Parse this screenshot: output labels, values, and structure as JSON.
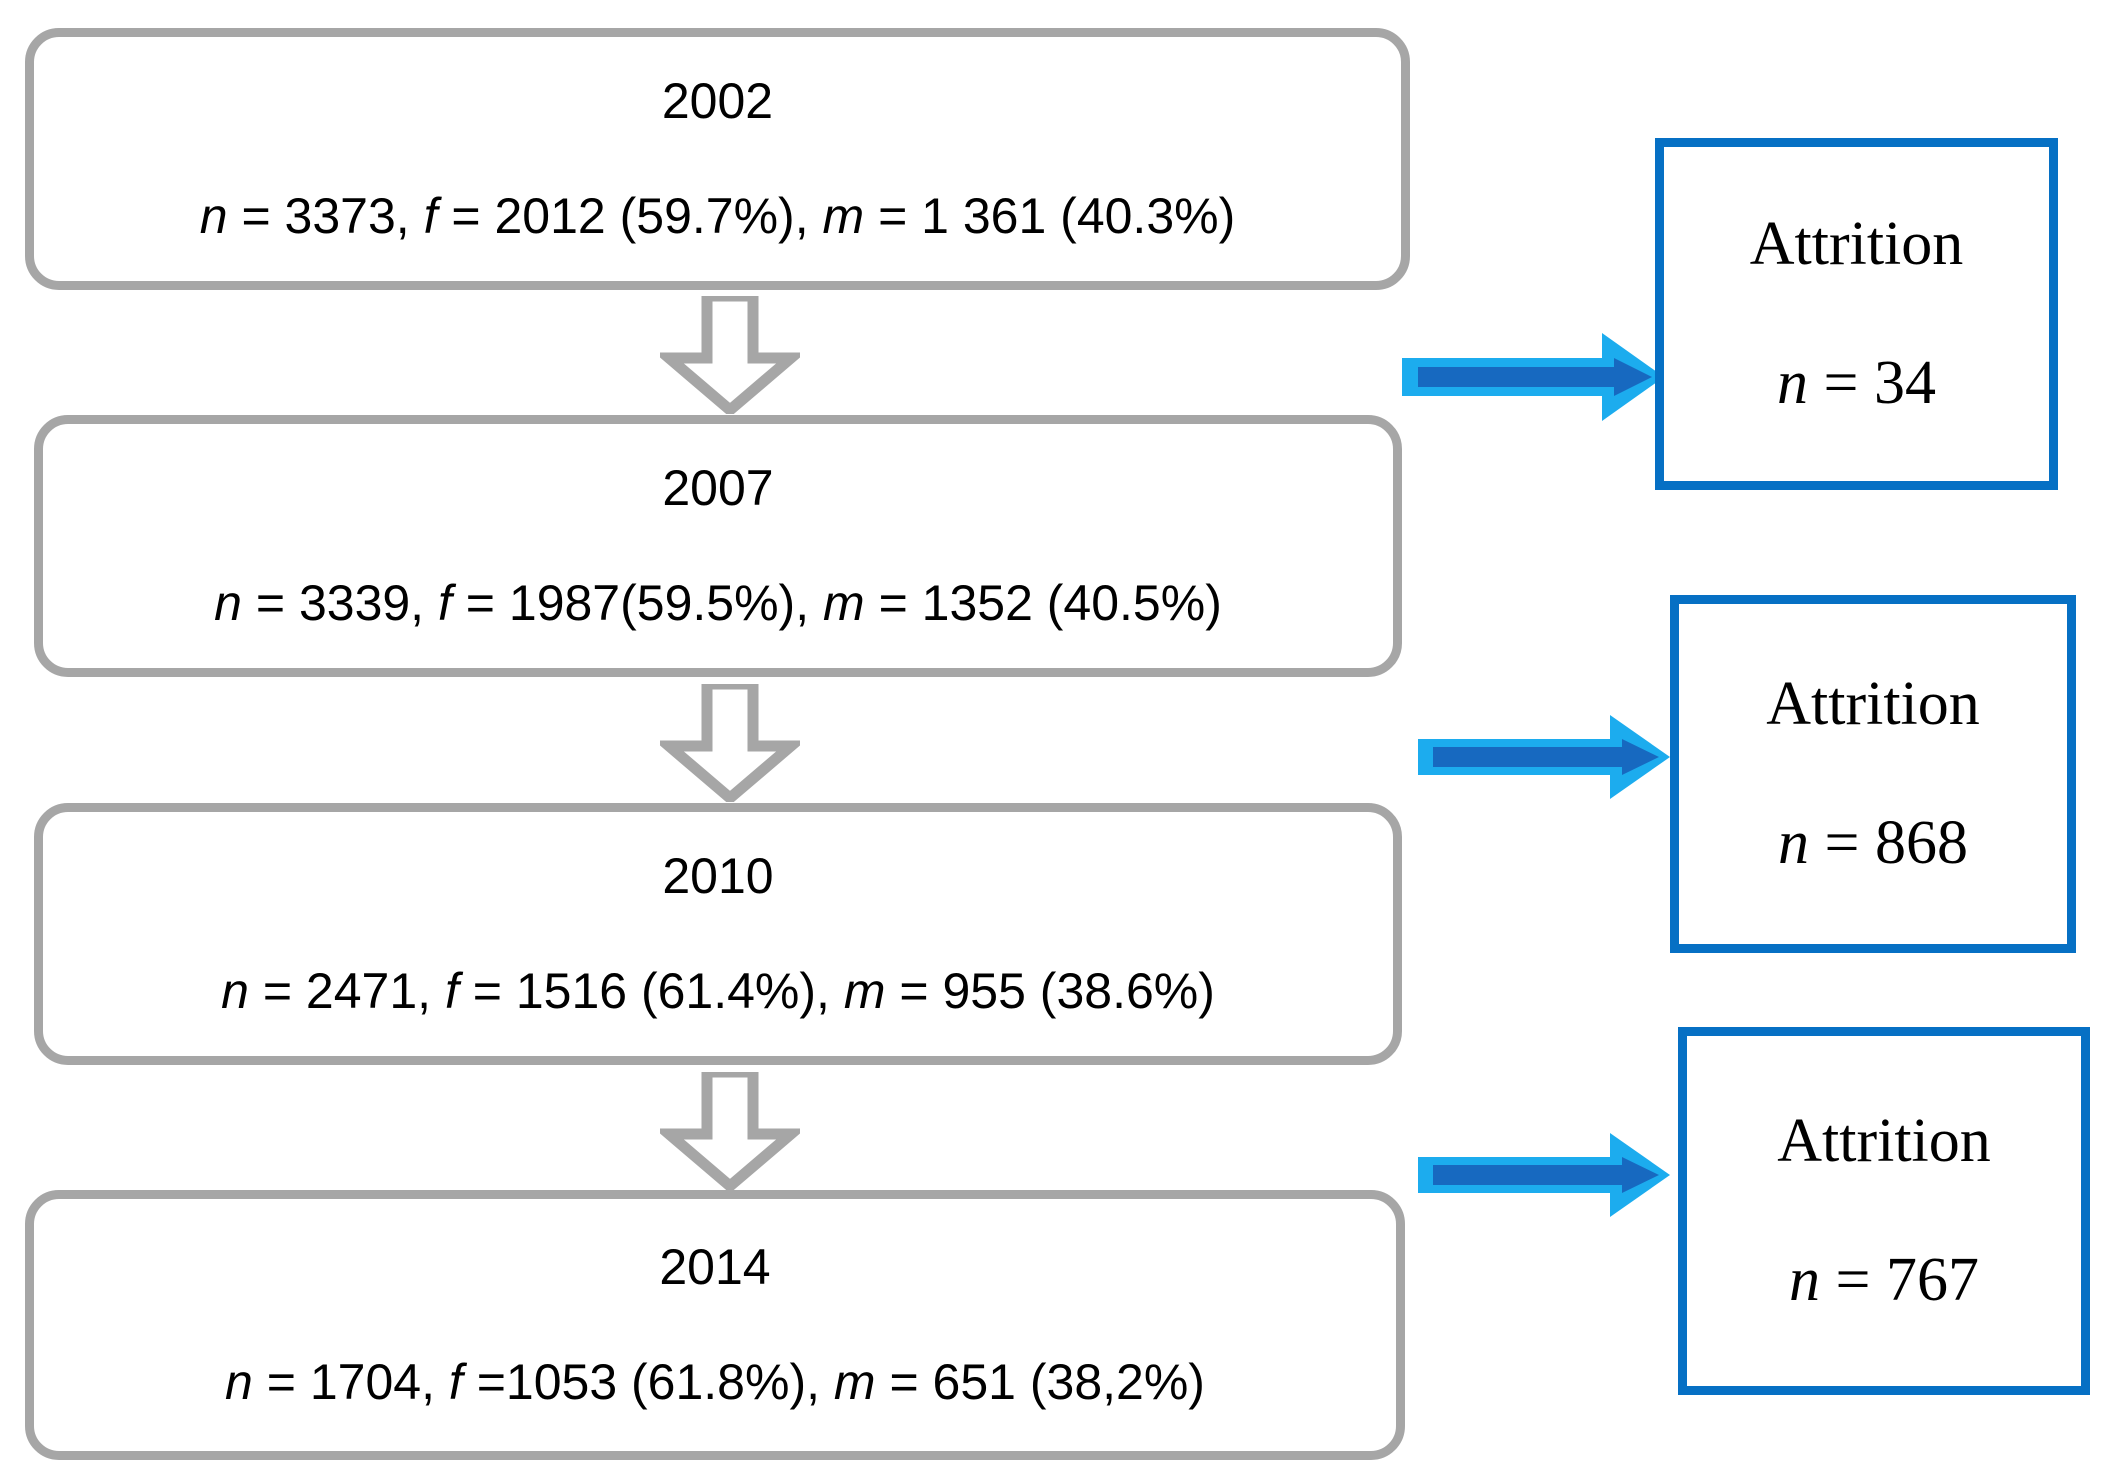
{
  "diagram": {
    "type": "flowchart",
    "title": "Study cohort flow with attrition",
    "colors": {
      "flow_box_border": "#a6a6a6",
      "attrition_border": "#0670c4",
      "arrow_light_blue": "#1CACEE",
      "arrow_dark_blue": "#1769C0",
      "down_arrow_grey": "#a6a6a6",
      "background": "#ffffff",
      "text": "#000000"
    },
    "flow_boxes": [
      {
        "year": "2002",
        "n_label": "n",
        "n_value": "= 3373,",
        "f_label": "f",
        "f_value": "= 2012 (59.7%),",
        "m_label": "m",
        "m_value": "= 1 361 (40.3%)",
        "full_stats": "n = 3373, f = 2012 (59.7%), m = 1 361 (40.3%)",
        "n": 3373,
        "female": 2012,
        "female_pct": "59.7%",
        "male": 1361,
        "male_pct": "40.3%"
      },
      {
        "year": "2007",
        "n_label": "n",
        "n_value": "= 3339,",
        "f_label": "f",
        "f_value": "= 1987(59.5%),",
        "m_label": "m",
        "m_value": "= 1352 (40.5%)",
        "full_stats": "n = 3339, f = 1987(59.5%), m = 1352 (40.5%)",
        "n": 3339,
        "female": 1987,
        "female_pct": "59.5%",
        "male": 1352,
        "male_pct": "40.5%"
      },
      {
        "year": "2010",
        "n_label": "n",
        "n_value": "= 2471,",
        "f_label": "f",
        "f_value": "= 1516 (61.4%),",
        "m_label": "m",
        "m_value": "= 955 (38.6%)",
        "full_stats": "n = 2471, f = 1516 (61.4%), m = 955 (38.6%)",
        "n": 2471,
        "female": 1516,
        "female_pct": "61.4%",
        "male": 955,
        "male_pct": "38.6%"
      },
      {
        "year": "2014",
        "n_label": "n",
        "n_value": "= 1704,",
        "f_label": "f",
        "f_value": "=1053 (61.8%),",
        "m_label": "m",
        "m_value": "= 651 (38,2%)",
        "full_stats": "n = 1704, f =1053 (61.8%), m = 651 (38,2%)",
        "n": 1704,
        "female": 1053,
        "female_pct": "61.8%",
        "male": 651,
        "male_pct": "38,2%"
      }
    ],
    "attrition_boxes": [
      {
        "title": "Attrition",
        "n_label": "n",
        "n_value": "= 34",
        "full_n": "n = 34",
        "n": 34
      },
      {
        "title": "Attrition",
        "n_label": "n",
        "n_value": "= 868",
        "full_n": "n = 868",
        "n": 868
      },
      {
        "title": "Attrition",
        "n_label": "n",
        "n_value": "= 767",
        "full_n": "n = 767",
        "n": 767
      }
    ],
    "down_arrows": [
      {
        "name": "2002-to-2007"
      },
      {
        "name": "2007-to-2010"
      },
      {
        "name": "2010-to-2014"
      }
    ],
    "right_arrows": [
      {
        "name": "attrition-arrow-1"
      },
      {
        "name": "attrition-arrow-2"
      },
      {
        "name": "attrition-arrow-3"
      }
    ]
  }
}
